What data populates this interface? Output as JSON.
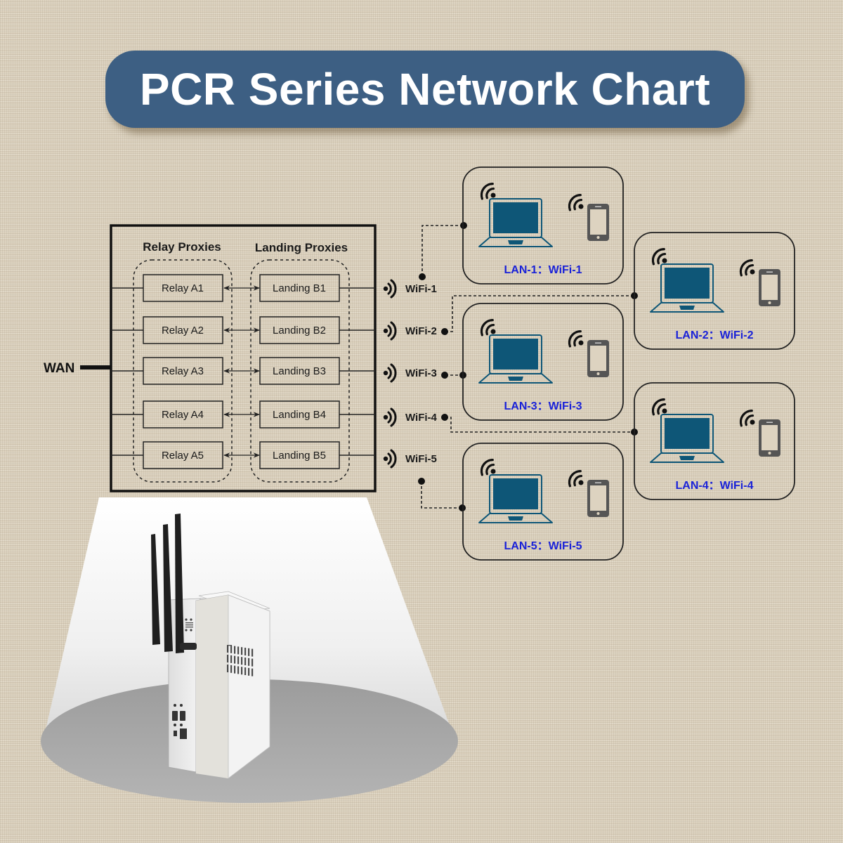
{
  "title": "PCR Series Network Chart",
  "colors": {
    "banner": "#3d5f83",
    "lan_label": "#1a22d8",
    "laptop": "#0e5677",
    "phone": "#555555"
  },
  "wan_label": "WAN",
  "relay_group": {
    "heading": "Relay Proxies",
    "items": [
      "Relay A1",
      "Relay A2",
      "Relay A3",
      "Relay A4",
      "Relay A5"
    ]
  },
  "landing_group": {
    "heading": "Landing Proxies",
    "items": [
      "Landing B1",
      "Landing B2",
      "Landing B3",
      "Landing B4",
      "Landing B5"
    ]
  },
  "wifi_outputs": [
    "WiFi-1",
    "WiFi-2",
    "WiFi-3",
    "WiFi-4",
    "WiFi-5"
  ],
  "lans": [
    {
      "label": "LAN-1：WiFi-1",
      "icons": [
        "laptop-icon",
        "smartphone-icon",
        "wireless-signal-icon"
      ]
    },
    {
      "label": "LAN-2：WiFi-2",
      "icons": [
        "laptop-icon",
        "smartphone-icon",
        "wireless-signal-icon"
      ]
    },
    {
      "label": "LAN-3：WiFi-3",
      "icons": [
        "laptop-icon",
        "smartphone-icon",
        "wireless-signal-icon"
      ]
    },
    {
      "label": "LAN-4：WiFi-4",
      "icons": [
        "laptop-icon",
        "smartphone-icon",
        "wireless-signal-icon"
      ]
    },
    {
      "label": "LAN-5：WiFi-5",
      "icons": [
        "laptop-icon",
        "smartphone-icon",
        "wireless-signal-icon"
      ]
    }
  ],
  "device_image": "router-device-with-three-antennas"
}
